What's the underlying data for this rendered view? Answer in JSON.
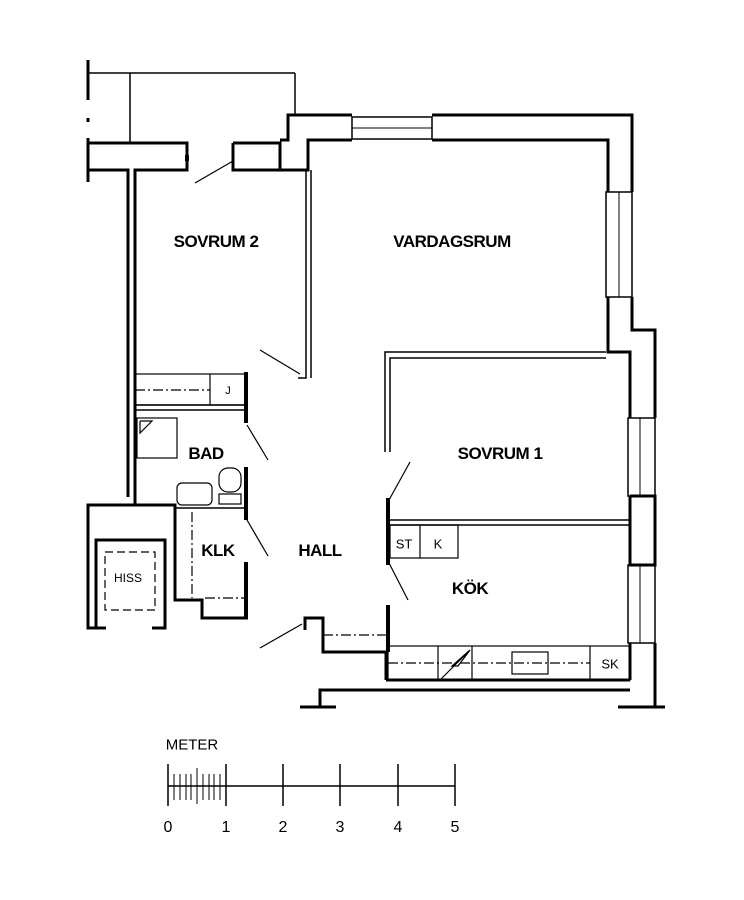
{
  "rooms": {
    "sovrum2": "SOVRUM 2",
    "vardagsrum": "VARDAGSRUM",
    "sovrum1": "SOVRUM 1",
    "bad": "BAD",
    "klk": "KLK",
    "hall": "HALL",
    "kok": "KÖK",
    "hiss": "HISS"
  },
  "fixtures": {
    "st": "ST",
    "k": "K",
    "sk": "SK",
    "j": "J"
  },
  "scale": {
    "label": "METER",
    "ticks": [
      "0",
      "1",
      "2",
      "3",
      "4",
      "5"
    ]
  }
}
